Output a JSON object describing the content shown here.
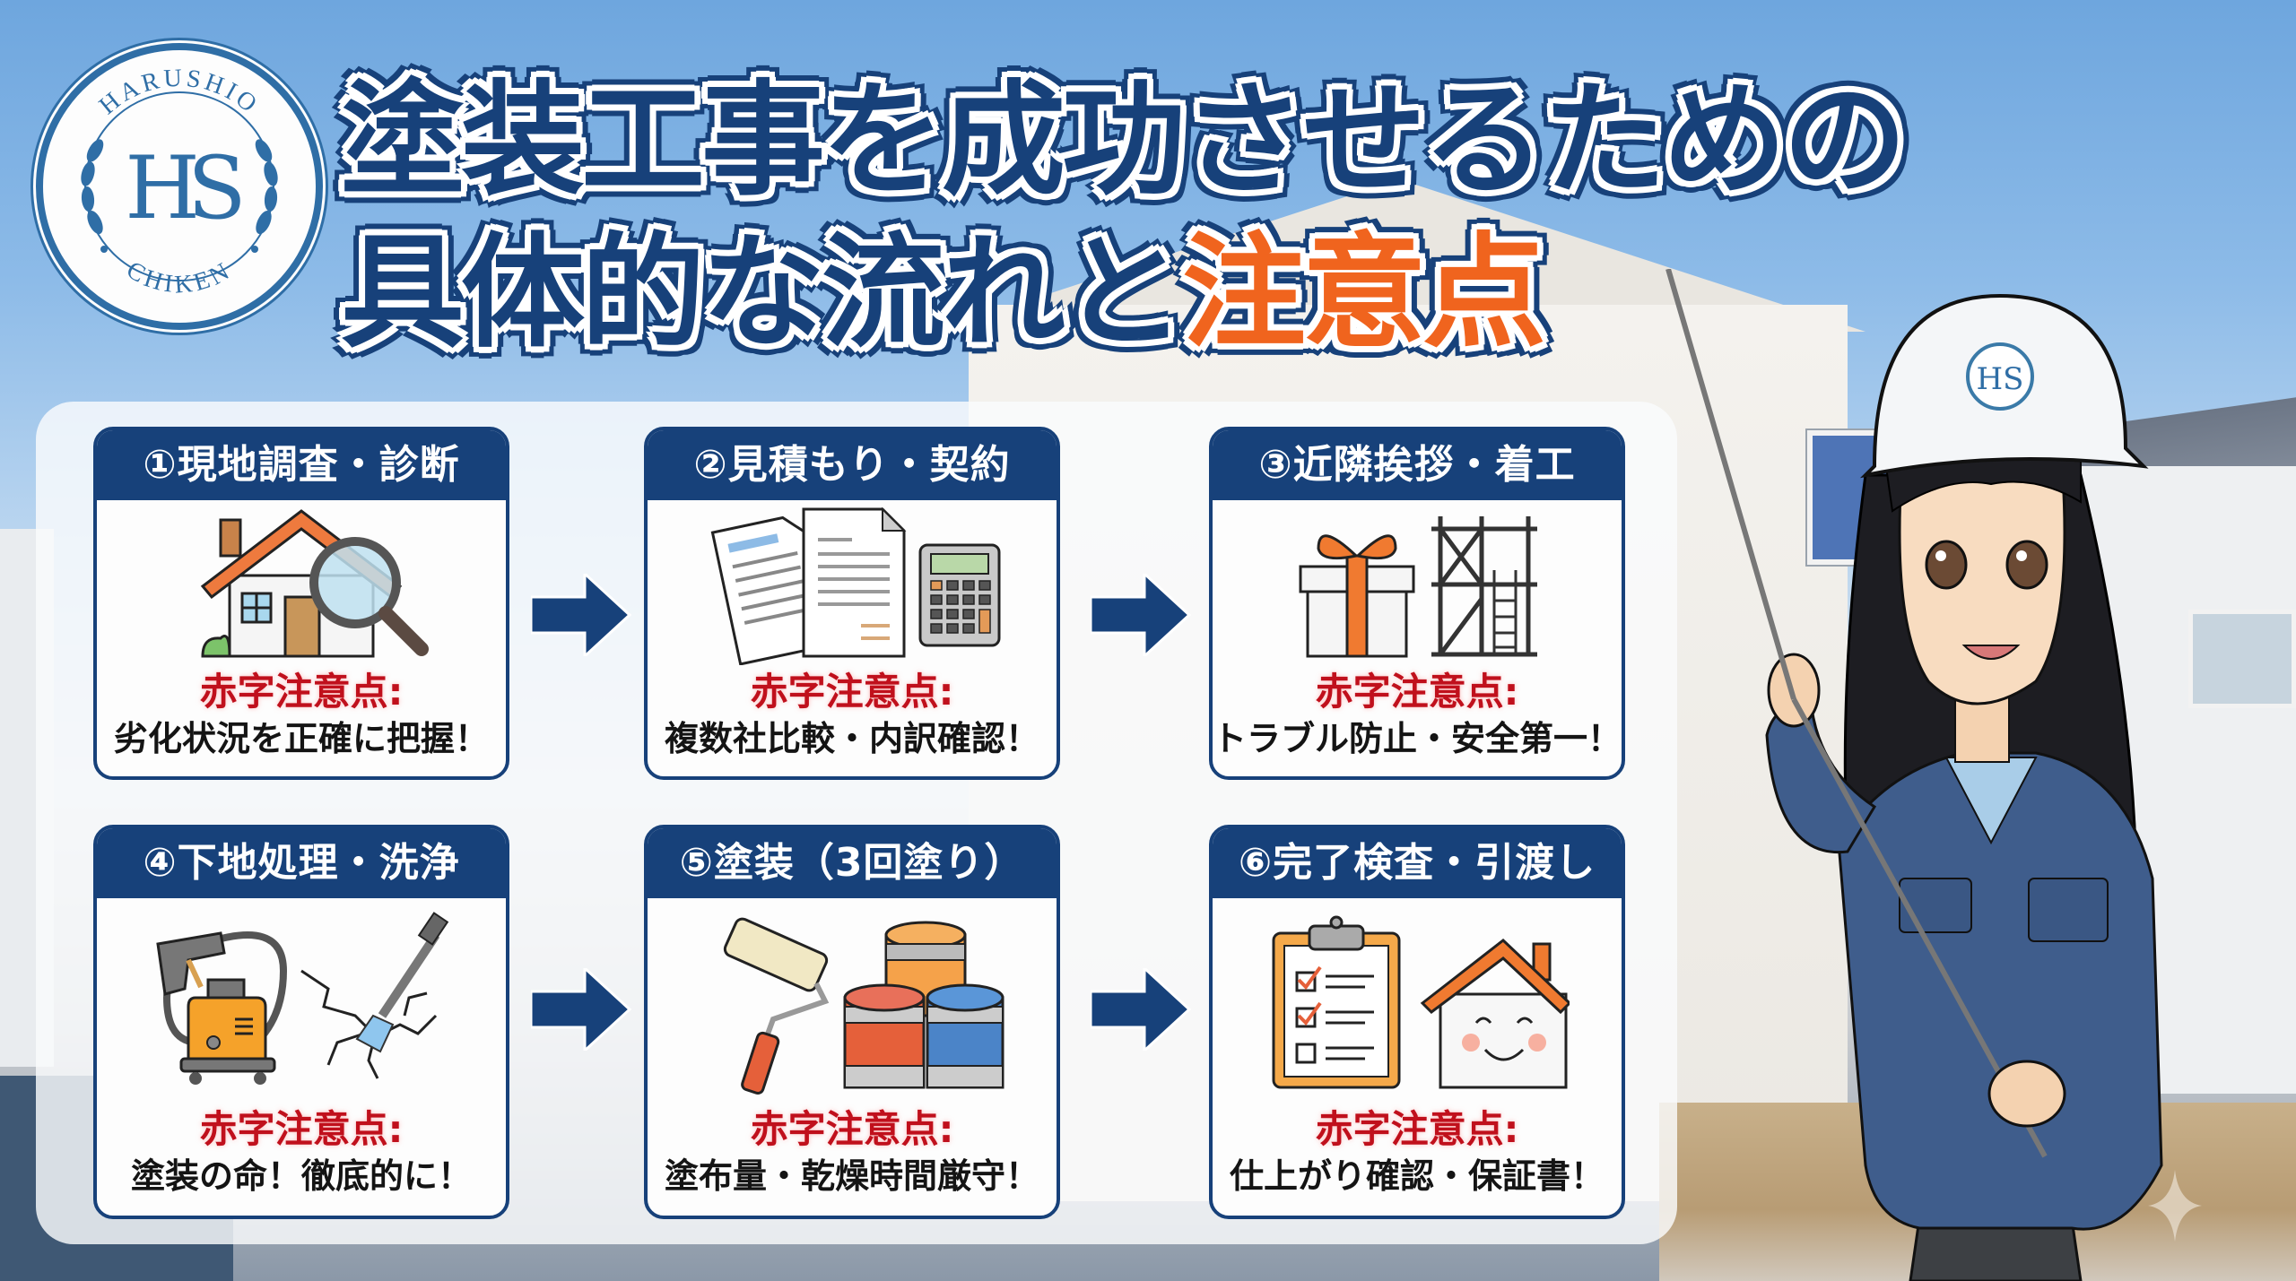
{
  "logo": {
    "top_text": "HARUSHIO",
    "bottom_text": "CHIKEN",
    "monogram": "HS",
    "color": "#2f6ea6"
  },
  "title": {
    "line1": "塗装工事を成功させるための",
    "line2_main": "具体的な流れと",
    "line2_accent": "注意点",
    "main_color": "#17417a",
    "accent_color": "#f0641e"
  },
  "steps": [
    {
      "number": "①",
      "heading": "①現地調査・診断",
      "icons": [
        "house-icon",
        "magnifying-glass-icon"
      ],
      "caution_label": "赤字注意点:",
      "caution_text": "劣化状況を正確に把握！"
    },
    {
      "number": "②",
      "heading": "②見積もり・契約",
      "icons": [
        "document-icon",
        "document-icon",
        "calculator-icon"
      ],
      "caution_label": "赤字注意点:",
      "caution_text": "複数社比較・内訳確認！"
    },
    {
      "number": "③",
      "heading": "③近隣挨拶・着工",
      "icons": [
        "gift-box-icon",
        "scaffolding-icon"
      ],
      "caution_label": "赤字注意点:",
      "caution_text": "トラブル防止・安全第一！"
    },
    {
      "number": "④",
      "heading": "④下地処理・洗浄",
      "icons": [
        "pressure-washer-icon",
        "crack-nozzle-icon"
      ],
      "caution_label": "赤字注意点:",
      "caution_text": "塗装の命！徹底的に！"
    },
    {
      "number": "⑤",
      "heading": "⑤塗装（3回塗り）",
      "icons": [
        "paint-roller-icon",
        "paint-cans-icon"
      ],
      "caution_label": "赤字注意点:",
      "caution_text": "塗布量・乾燥時間厳守！"
    },
    {
      "number": "⑥",
      "heading": "⑥完了検査・引渡し",
      "icons": [
        "checklist-clipboard-icon",
        "smiling-house-icon"
      ],
      "caution_label": "赤字注意点:",
      "caution_text": "仕上がり確認・保証書！"
    }
  ],
  "colors": {
    "navy": "#17417a",
    "caution_red": "#c0101c",
    "orange": "#f0641e"
  }
}
